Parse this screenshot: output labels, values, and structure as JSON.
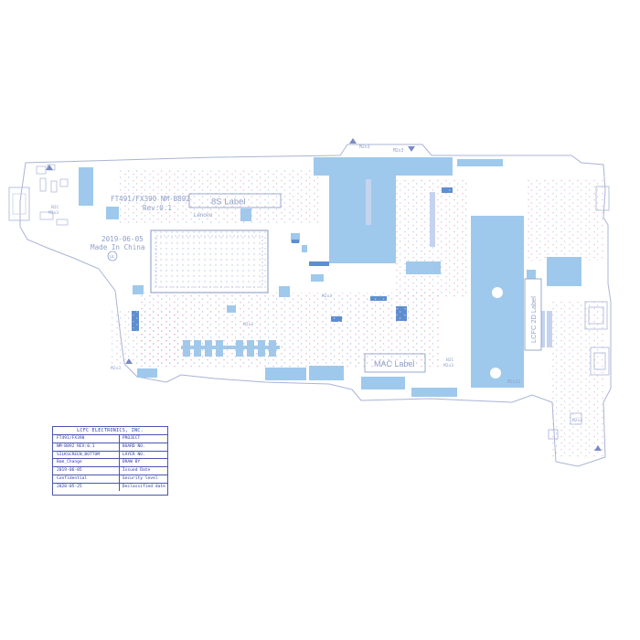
{
  "board": {
    "model": "FT491/FX390 NM-B892",
    "revision": "Rev:0.1",
    "date": "2019-06-05",
    "origin": "Made In China",
    "brand": "Lenovo",
    "regulatory_mark": "UL"
  },
  "labels": {
    "label_8s": "8S Label",
    "label_mac": "MAC Label",
    "label_lcfc": "LCFC 2D Label"
  },
  "screw_marks": {
    "top_left": "M2x3",
    "top_right": "M2x3",
    "nic_left_a": "NIC",
    "nic_left_b": "M2x3",
    "bottom_left": "M2x3",
    "center": "M2x3",
    "nic_right_a": "NIC",
    "nic_right_b": "M2x3",
    "right_big": "M2x22",
    "conn_top_a": "M2x3",
    "conn_top_b": "M2x3"
  },
  "title_block": {
    "company": "LCFC ELECTRONICS, INC.",
    "rows": [
      {
        "value": "FT491/FX390",
        "key": "PROJECT"
      },
      {
        "value": "NM-B892  REV:0.1",
        "key": "BOARD NO."
      },
      {
        "value": "SILKSCREEN_BOTTOM",
        "key": "LAYER NO."
      },
      {
        "value": "Bom_Change",
        "key": "DRAW BY"
      },
      {
        "value": "2019-06-05",
        "key": "Issued Date"
      },
      {
        "value": "Confidential",
        "key": "Security level"
      },
      {
        "value": "2020-05-25",
        "key": "Declassified date"
      }
    ]
  },
  "colors": {
    "outline": "#a9b4d6",
    "pad_blue": "#9ec9ec",
    "pad_dark": "#5d8fd0",
    "silkscreen": "#8fa0c8",
    "pink_marks": "#e6a6c4",
    "title_block_ink": "#2b39a3"
  }
}
